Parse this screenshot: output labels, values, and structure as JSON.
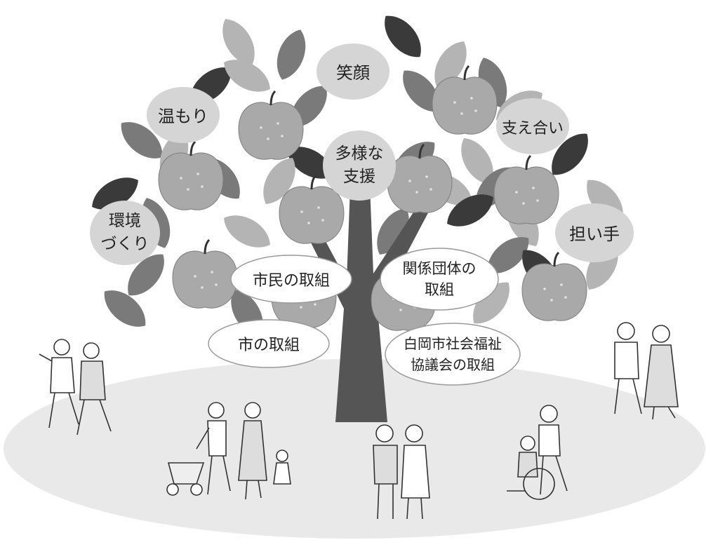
{
  "diagram": {
    "values": [
      {
        "id": "v1",
        "label": "笑顔"
      },
      {
        "id": "v2",
        "label": "温もり"
      },
      {
        "id": "v3",
        "label": "支え合い"
      },
      {
        "id": "v4",
        "lines": [
          "多様な",
          "支援"
        ]
      },
      {
        "id": "v5",
        "lines": [
          "環境",
          "づくり"
        ]
      },
      {
        "id": "v6",
        "label": "担い手"
      }
    ],
    "initiatives": [
      {
        "id": "i1",
        "label": "市民の取組"
      },
      {
        "id": "i2",
        "lines": [
          "関係団体の",
          "取組"
        ]
      },
      {
        "id": "i3",
        "label": "市の取組"
      },
      {
        "id": "i4",
        "lines": [
          "白岡市社会福祉",
          "協議会の取組"
        ]
      }
    ]
  },
  "colors": {
    "trunk": "#555555",
    "ground": "#e9e9e9",
    "leaf_dark": "#3a3a3a",
    "leaf_mid": "#7a7a7a",
    "leaf_light": "#b4b4b4",
    "apple": "#a9a9a9",
    "bubble_value": "#d5d5d5",
    "bubble_initiative": "#ffffff"
  }
}
